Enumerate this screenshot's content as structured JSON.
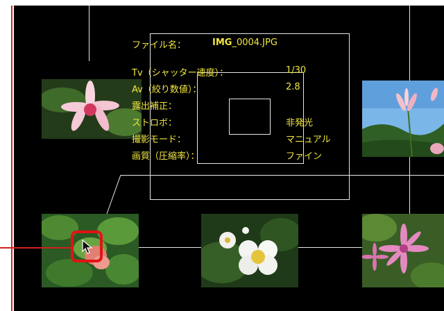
{
  "info": {
    "filename_label": "ファイル名：",
    "filename_bold": "IMG",
    "filename_rest": "_0004.JPG",
    "rows": [
      {
        "label": "Tv（シャッター速度）：",
        "value": "1/30"
      },
      {
        "label": "Av（絞り数値）：",
        "value": "2.8"
      },
      {
        "label": "露出補正：",
        "value": ""
      },
      {
        "label": "ストロボ：",
        "value": "非発光"
      },
      {
        "label": "撮影モード：",
        "value": "マニュアル"
      },
      {
        "label": "画質（圧縮率）：",
        "value": "ファイン"
      }
    ]
  },
  "colors": {
    "background": "#000000",
    "text": "#f2e640",
    "guides": "#e8e8e8",
    "highlight": "#e01414"
  },
  "thumbnails": [
    {
      "name": "pink-lily-photo"
    },
    {
      "name": "lily-against-sky-photo"
    },
    {
      "name": "red-leaf-foliage-photo"
    },
    {
      "name": "white-flower-photo"
    },
    {
      "name": "pink-star-flower-photo"
    }
  ],
  "icons": {
    "cursor": "arrow-cursor-icon"
  }
}
